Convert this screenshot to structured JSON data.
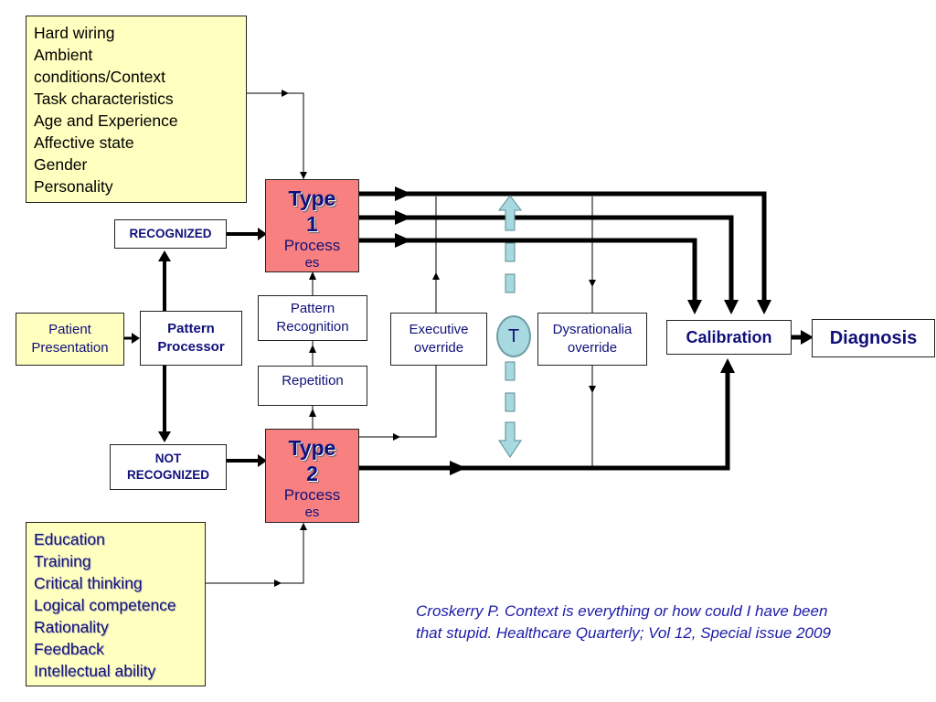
{
  "factors_top": [
    "Hard wiring",
    "Ambient",
    "conditions/Context",
    "Task characteristics",
    "Age and Experience",
    "Affective state",
    "Gender",
    "Personality"
  ],
  "factors_bottom": [
    "Education",
    "Training",
    "Critical thinking",
    "Logical competence",
    "Rationality",
    "Feedback",
    "Intellectual ability"
  ],
  "nodes": {
    "patient_presentation": [
      "Patient",
      "Presentation"
    ],
    "pattern_processor": [
      "Pattern",
      "Processor"
    ],
    "recognized": "RECOGNIZED",
    "not_recognized": [
      "NOT",
      "RECOGNIZED"
    ],
    "type1": {
      "title": "Type",
      "number": "1",
      "process": [
        "Process",
        "es"
      ]
    },
    "type2": {
      "title": "Type",
      "number": "2",
      "process": [
        "Process",
        "es"
      ]
    },
    "pattern_recognition": [
      "Pattern",
      "Recognition"
    ],
    "repetition": "Repetition",
    "executive_override": [
      "Executive",
      "override"
    ],
    "toggle": "T",
    "dysrationalia_override": [
      "Dysrationalia",
      "override"
    ],
    "calibration": "Calibration",
    "diagnosis": "Diagnosis"
  },
  "citation": [
    "Croskerry P. Context is everything or how could I have been",
    "that stupid. Healthcare Quarterly; Vol 12, Special issue 2009"
  ],
  "colors": {
    "yellow_fill": "#ffffc0",
    "type_fill": "#f88080",
    "text_navy": "#10107a",
    "toggle_fill": "#a8d8e0",
    "citation": "#1c1ca8"
  }
}
